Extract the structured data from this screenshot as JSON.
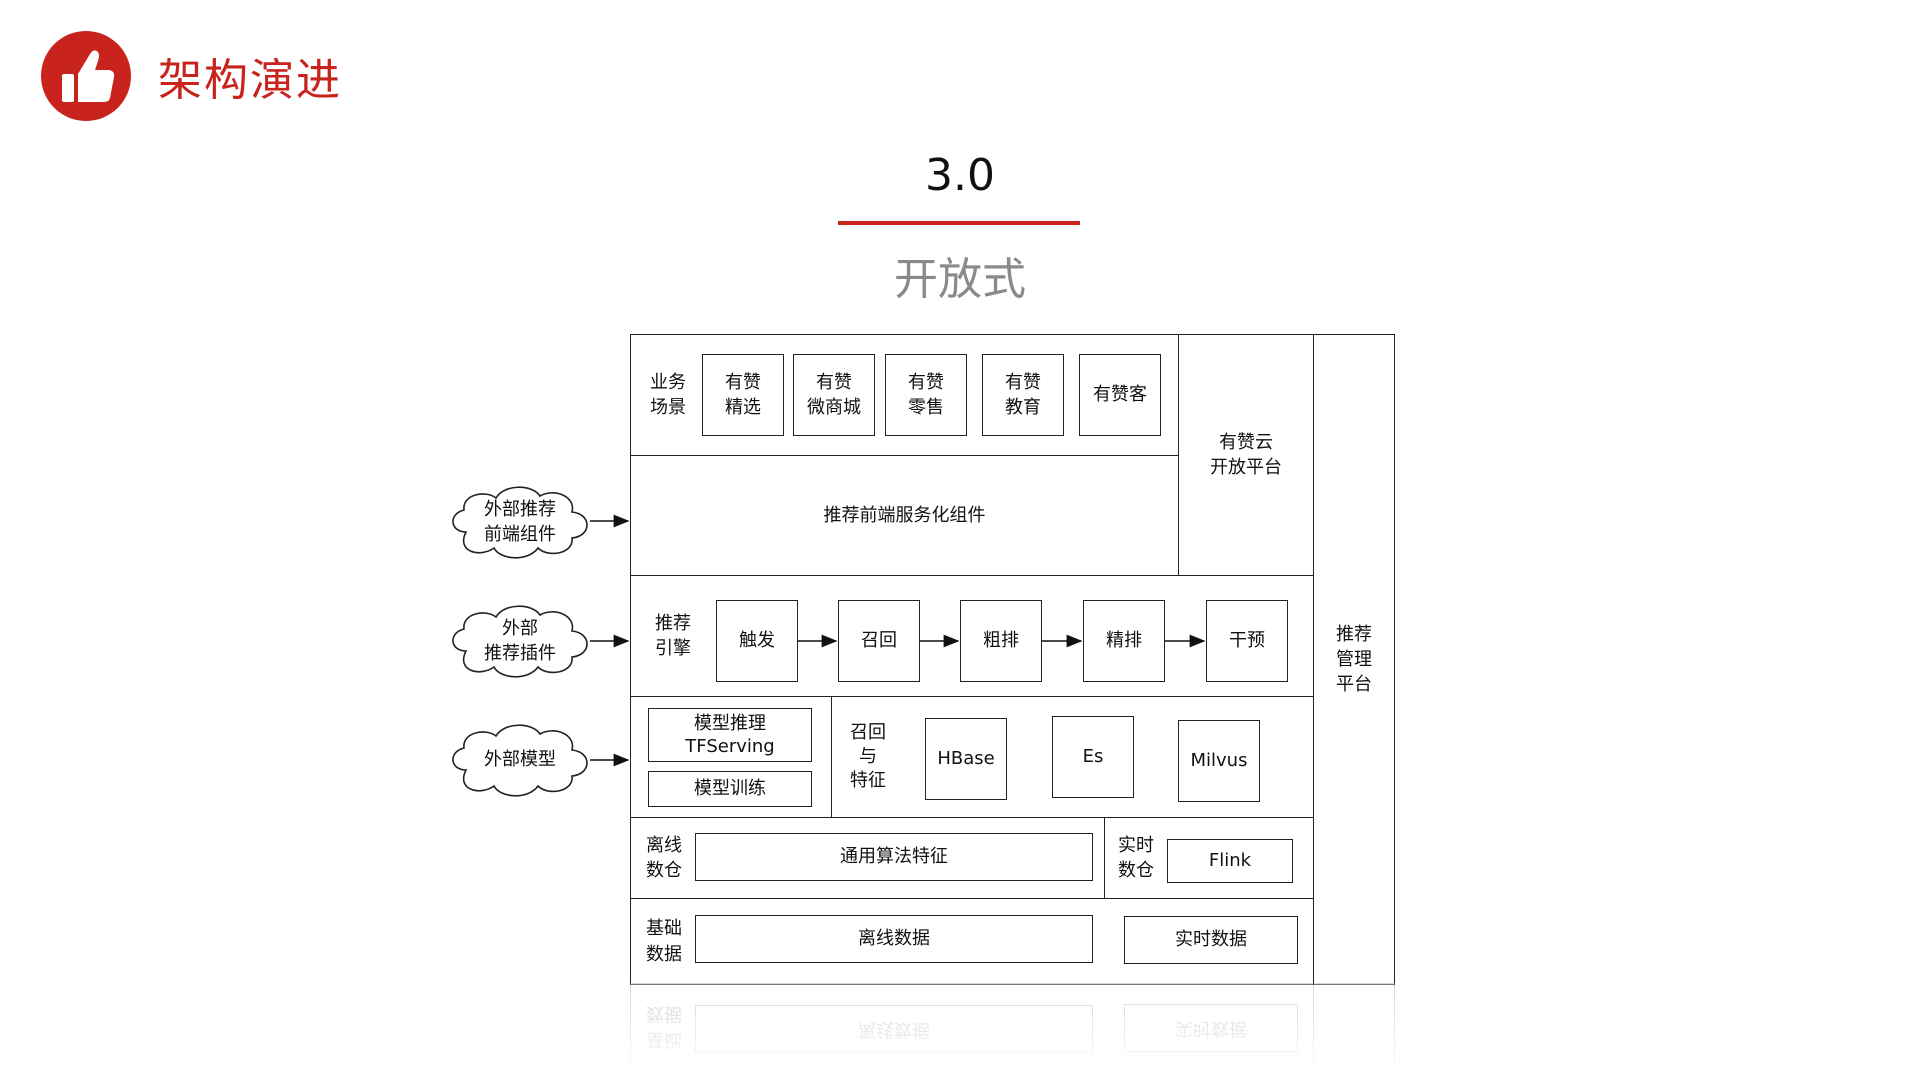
{
  "header": {
    "title": "架构演进",
    "logo_icon": "thumbs-up-icon",
    "accent_color": "#c8231d"
  },
  "slide": {
    "version": "3.0",
    "subtitle": "开放式"
  },
  "diagram": {
    "business": {
      "label": "业务\n场景",
      "items": [
        "有赞\n精选",
        "有赞\n微商城",
        "有赞\n零售",
        "有赞\n教育",
        "有赞客"
      ]
    },
    "cloud_platform": "有赞云\n开放平台",
    "frontend": "推荐前端服务化组件",
    "engine": {
      "label": "推荐\n引擎",
      "steps": [
        "触发",
        "召回",
        "粗排",
        "精排",
        "干预"
      ]
    },
    "model": {
      "inference": "模型推理\nTFServing",
      "training": "模型训练"
    },
    "recall_feature": {
      "label": "召回\n与\n特征",
      "stores": [
        "HBase",
        "Es",
        "Milvus"
      ]
    },
    "management": "推荐\n管理\n平台",
    "offline_dw": {
      "label": "离线\n数仓",
      "content": "通用算法特征"
    },
    "realtime_dw": {
      "label": "实时\n数仓",
      "content": "Flink"
    },
    "base_data": {
      "label": "基础\n数据",
      "offline": "离线数据",
      "realtime": "实时数据"
    },
    "external": {
      "frontend": "外部推荐\n前端组件",
      "plugin": "外部\n推荐插件",
      "model": "外部模型"
    }
  }
}
